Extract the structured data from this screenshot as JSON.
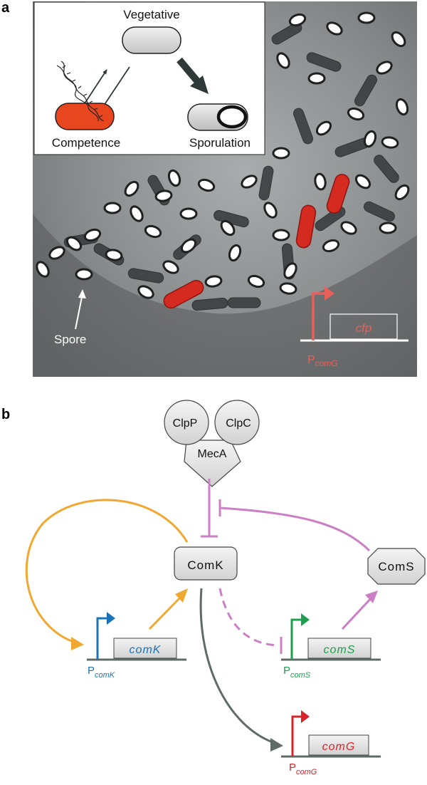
{
  "panel_a": {
    "letter": "a",
    "inset": {
      "vegetative": "Vegetative",
      "competence": "Competence",
      "sporulation": "Sporulation"
    },
    "spore_label": "Spore",
    "reporter": {
      "gene": "cfp",
      "promoter_main": "P",
      "promoter_sub": "comG"
    },
    "colors": {
      "competent_cell": "#d42a1f",
      "reporter": "#e8605a"
    }
  },
  "panel_b": {
    "letter": "b",
    "proteases": {
      "clpp": "ClpP",
      "clpc": "ClpC",
      "meca": "MecA"
    },
    "comk_protein": "ComK",
    "coms_protein": "ComS",
    "genes": {
      "comK": {
        "label": "comK",
        "promoter_main": "P",
        "promoter_sub": "comK"
      },
      "comS": {
        "label": "comS",
        "promoter_main": "P",
        "promoter_sub": "comS"
      },
      "comG": {
        "label": "comG",
        "promoter_main": "P",
        "promoter_sub": "comG"
      }
    },
    "colors": {
      "orange": "#f0a830",
      "pink": "#cc7fc4",
      "grey": "#5e6b69",
      "blue": "#1a73b8",
      "green": "#1ea04e",
      "red": "#d8232a"
    }
  }
}
